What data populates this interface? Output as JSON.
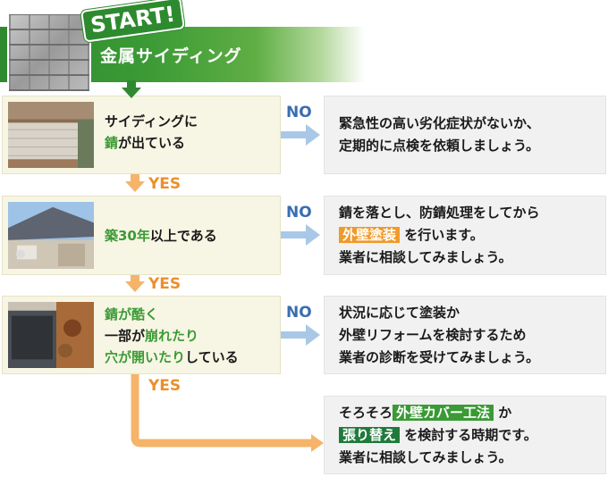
{
  "header": {
    "badge": "START!",
    "title": "金属サイディング"
  },
  "labels": {
    "no": "NO",
    "yes": "YES"
  },
  "questions": [
    {
      "lines": [
        [
          {
            "t": "サイディングに",
            "c": ""
          }
        ],
        [
          {
            "t": "錆",
            "c": "green"
          },
          {
            "t": "が出ている",
            "c": ""
          }
        ]
      ]
    },
    {
      "lines": [
        [
          {
            "t": "築30年",
            "c": "green"
          },
          {
            "t": "以上である",
            "c": ""
          }
        ]
      ]
    },
    {
      "lines": [
        [
          {
            "t": "錆が酷く",
            "c": "green"
          }
        ],
        [
          {
            "t": "一部が",
            "c": ""
          },
          {
            "t": "崩れたり",
            "c": "green"
          }
        ],
        [
          {
            "t": "穴が開いたり",
            "c": "green"
          },
          {
            "t": "している",
            "c": ""
          }
        ]
      ]
    }
  ],
  "answers": [
    {
      "lines": [
        [
          {
            "t": "緊急性の高い劣化症状がないか、",
            "c": ""
          }
        ],
        [
          {
            "t": "定期的に点検を依頼しましょう。",
            "c": ""
          }
        ]
      ]
    },
    {
      "lines": [
        [
          {
            "t": "錆を落とし、防錆処理をしてから",
            "c": ""
          }
        ],
        [
          {
            "t": "外壁塗装",
            "c": "orange"
          },
          {
            "t": " を行います。",
            "c": ""
          }
        ],
        [
          {
            "t": "業者に相談してみましょう。",
            "c": ""
          }
        ]
      ]
    },
    {
      "lines": [
        [
          {
            "t": "状況に応じて塗装か",
            "c": ""
          }
        ],
        [
          {
            "t": "外壁リフォームを検討するため",
            "c": ""
          }
        ],
        [
          {
            "t": "業者の診断を受けてみましょう。",
            "c": ""
          }
        ]
      ]
    },
    {
      "lines": [
        [
          {
            "t": "そろそろ",
            "c": ""
          },
          {
            "t": "外壁カバー工法",
            "c": "green"
          },
          {
            "t": " か",
            "c": ""
          }
        ],
        [
          {
            "t": "張り替え",
            "c": "dgreen"
          },
          {
            "t": " を検討する時期です。",
            "c": ""
          }
        ],
        [
          {
            "t": "業者に相談してみましょう。",
            "c": ""
          }
        ]
      ]
    }
  ],
  "colors": {
    "green": "#3b9a35",
    "orange": "#f09a2a",
    "no_arrow": "#a9c8e8",
    "yes_arrow": "#f5b46a"
  }
}
